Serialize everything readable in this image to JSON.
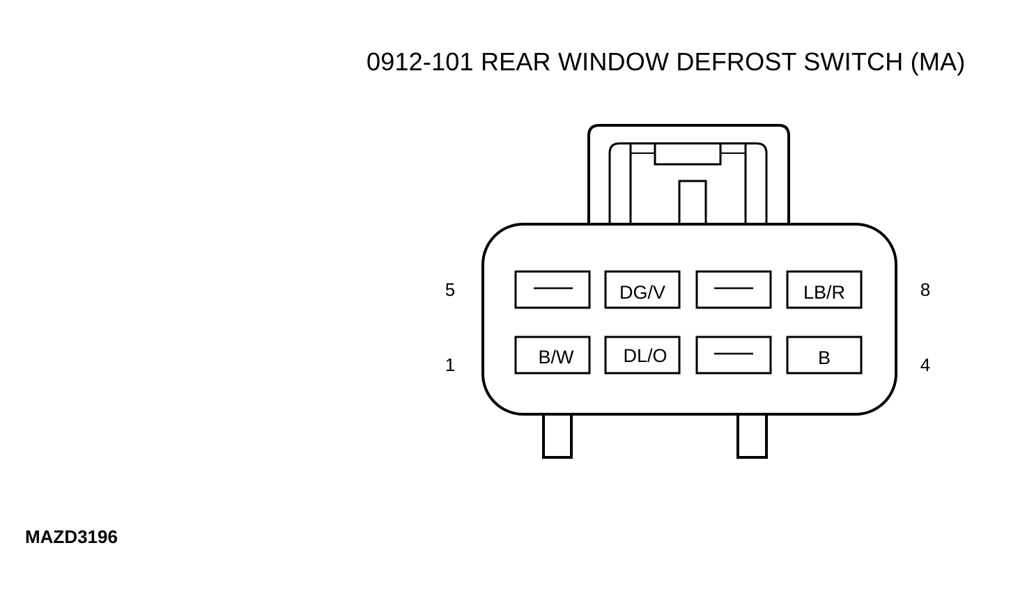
{
  "title": "0912-101 REAR WINDOW DEFROST SWITCH (MA)",
  "figure_id": "MAZD3196",
  "connector": {
    "pin_numbers": {
      "top_left": "5",
      "top_right": "8",
      "bottom_left": "1",
      "bottom_right": "4"
    },
    "top_row": [
      {
        "label": "—"
      },
      {
        "label": "DG/V"
      },
      {
        "label": "—"
      },
      {
        "label": "LB/R"
      }
    ],
    "bottom_row": [
      {
        "label": "B/W"
      },
      {
        "label": "DL/O"
      },
      {
        "label": "—"
      },
      {
        "label": "B"
      }
    ]
  },
  "colors": {
    "line": "#000000",
    "background": "#ffffff"
  }
}
